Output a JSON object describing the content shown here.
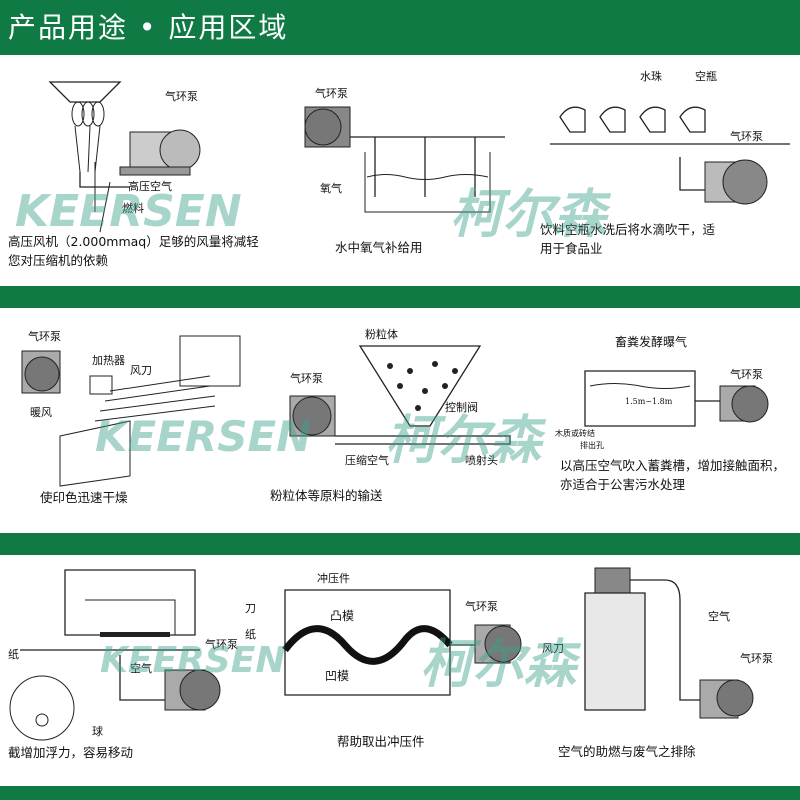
{
  "header": {
    "title": "产品用途 • 应用区域"
  },
  "colors": {
    "brand_green": "#0f7a43",
    "watermark": "#3ca08c"
  },
  "watermark": {
    "latin": "KEERSEN",
    "cjk": "柯尔森"
  },
  "rows": [
    {
      "panels": [
        {
          "caption": "高压风机（2.000mmaq）足够的风量将减轻您对压缩机的依赖",
          "labels": {
            "pump": "气环泵",
            "hp_air": "高压空气",
            "fuel": "燃料"
          }
        },
        {
          "caption": "水中氧气补给用",
          "labels": {
            "pump": "气环泵",
            "oxygen": "氧气"
          }
        },
        {
          "caption": "饮料空瓶水洗后将水滴吹干，适用于食品业",
          "labels": {
            "droplet": "水珠",
            "bottle": "空瓶",
            "pump": "气环泵"
          }
        }
      ]
    },
    {
      "panels": [
        {
          "caption": "使印色迅速干燥",
          "labels": {
            "pump": "气环泵",
            "heater": "加热器",
            "air_knife": "风刀",
            "warm_air": "暖风"
          }
        },
        {
          "caption": "粉粒体等原料的输送",
          "labels": {
            "powder": "粉粒体",
            "pump": "气环泵",
            "valve": "控制阀",
            "comp_air": "压缩空气",
            "nozzle": "喷射头"
          }
        },
        {
          "caption": "以高压空气吹入蓄粪槽，增加接触面积，亦适合于公害污水处理",
          "labels": {
            "title": "畜粪发酵曝气",
            "depth": "1.5m~1.8m",
            "pump": "气环泵",
            "tank": "木质或砖结",
            "outlet": "排出孔"
          }
        }
      ]
    },
    {
      "panels": [
        {
          "caption": "截增加浮力，容易移动",
          "labels": {
            "knife": "刀",
            "paper": "纸",
            "paper2": "纸",
            "air": "空气",
            "pump": "气环泵",
            "ball": "球"
          }
        },
        {
          "caption": "帮助取出冲压件",
          "labels": {
            "part": "冲压件",
            "pump": "气环泵",
            "upper_die": "凸模",
            "lower_die": "凹模"
          }
        },
        {
          "caption": "空气的助燃与废气之排除",
          "labels": {
            "air": "空气",
            "air_knife": "风刀",
            "pump": "气环泵"
          }
        }
      ]
    }
  ]
}
